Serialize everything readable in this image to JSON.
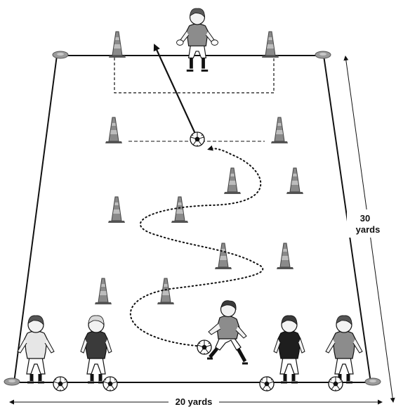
{
  "labels": {
    "length_value": "30",
    "length_unit": "yards",
    "width_label": "20 yards"
  },
  "colors": {
    "field_line": "#111111",
    "cone": "#8a8a8a",
    "cone_dark": "#4a4a4a",
    "shirt_light": "#e6e6e6",
    "shirt_mid": "#8c8c8c",
    "shirt_dark": "#3a3a3a",
    "shirt_black": "#1e1e1e",
    "skin": "#f2f2f2",
    "hair": "#5a5a5a"
  },
  "icons": {
    "cone": "training-cone-icon",
    "ball": "soccer-ball-icon",
    "player": "player-figure-icon",
    "goalkeeper": "goalkeeper-figure-icon"
  }
}
